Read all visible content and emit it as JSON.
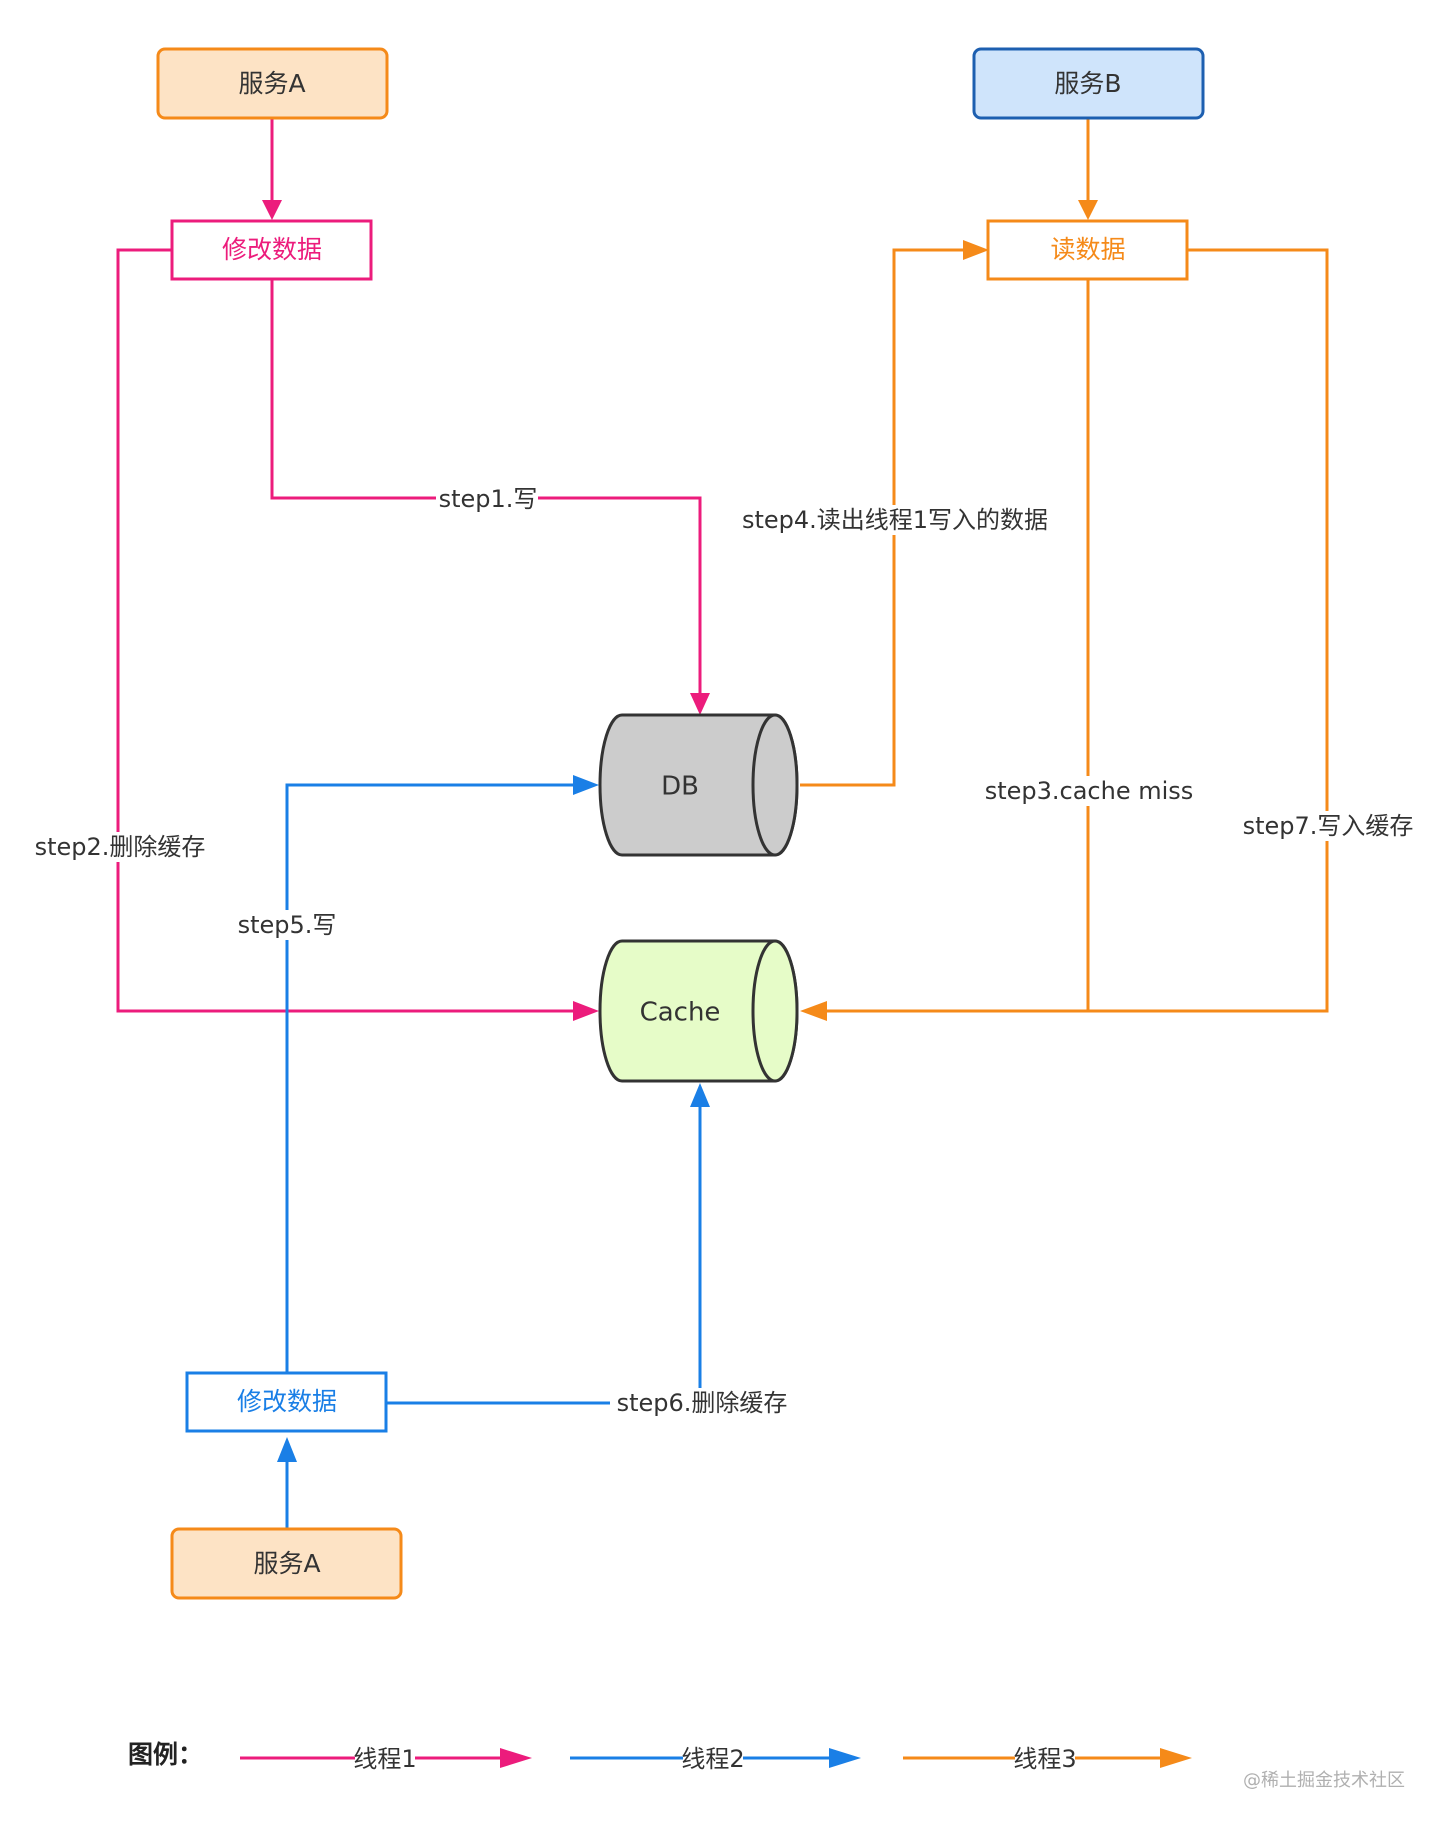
{
  "colors": {
    "thread1": "#ec1c7c",
    "thread2": "#1a7fe6",
    "thread3": "#f58a19",
    "serviceA_fill": "#fde3c5",
    "serviceB_fill": "#cfe4fb",
    "serviceB_stroke": "#1d5fb0",
    "db_fill": "#cccccc",
    "cache_fill": "#e6fcc8",
    "outline": "#333333"
  },
  "boxes": {
    "service_a_top": "服务A",
    "service_b": "服务B",
    "modify_data_1": "修改数据",
    "read_data": "读数据",
    "modify_data_2": "修改数据",
    "service_a_bottom": "服务A"
  },
  "stores": {
    "db": "DB",
    "cache": "Cache"
  },
  "steps": {
    "step1": "step1.写",
    "step2": "step2.删除缓存",
    "step3": "step3.cache miss",
    "step4": "step4.读出线程1写入的数据",
    "step5": "step5.写",
    "step6": "step6.删除缓存",
    "step7": "step7.写入缓存"
  },
  "legend": {
    "title": "图例：",
    "items": [
      {
        "label": "线程1",
        "color": "#ec1c7c"
      },
      {
        "label": "线程2",
        "color": "#1a7fe6"
      },
      {
        "label": "线程3",
        "color": "#f58a19"
      }
    ]
  },
  "watermark": "@稀土掘金技术社区"
}
